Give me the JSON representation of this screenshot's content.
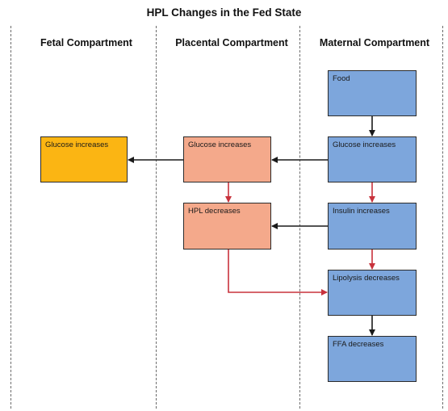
{
  "title": "HPL Changes in the Fed State",
  "columns": {
    "fetal": "Fetal Compartment",
    "placental": "Placental Compartment",
    "maternal": "Maternal Compartment"
  },
  "boxes": {
    "food": "Food",
    "maternal_glucose": "Glucose increases",
    "insulin": "Insulin increases",
    "lipolysis": "Lipolysis decreases",
    "ffa": "FFA decreases",
    "placental_glucose": "Glucose increases",
    "hpl": "HPL decreases",
    "fetal_glucose": "Glucose increases"
  },
  "colors": {
    "maternal_box": "#7da6dc",
    "placental_box": "#f4a98b",
    "fetal_box": "#fbb513",
    "black_arrow": "#1a1a1a",
    "red_arrow": "#c8323c"
  }
}
